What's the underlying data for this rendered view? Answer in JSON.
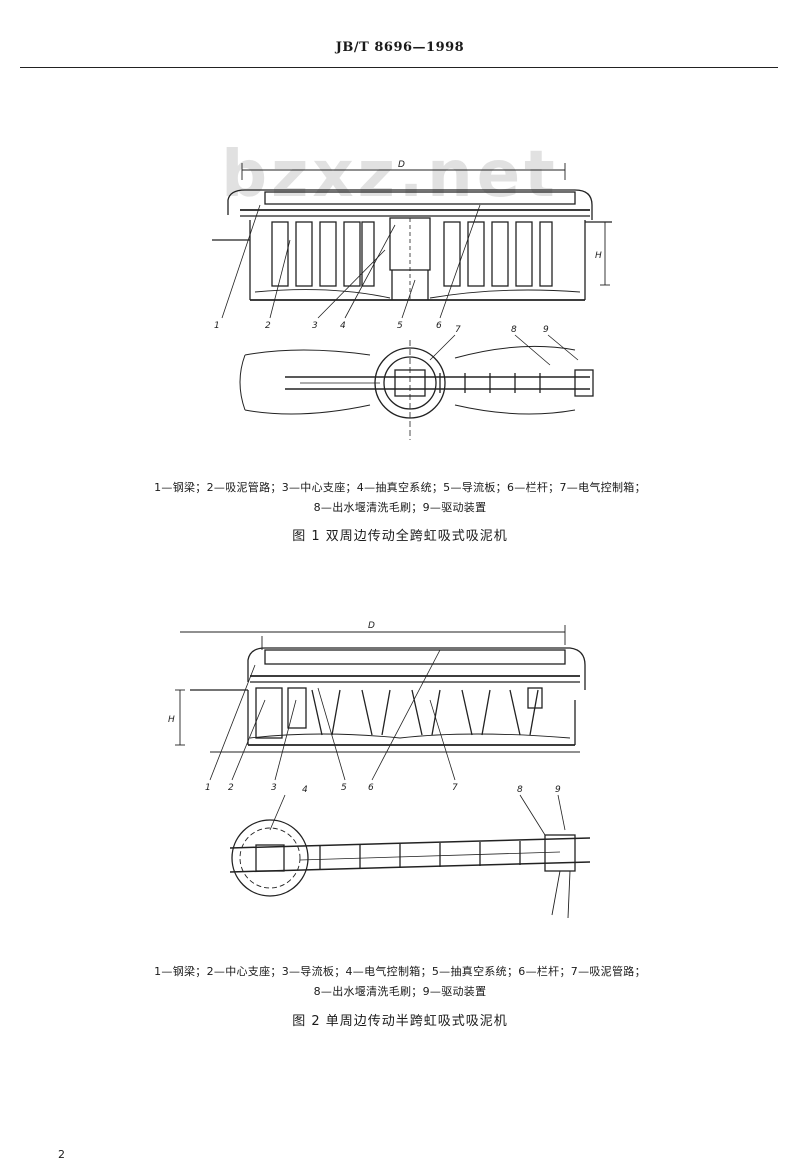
{
  "header": {
    "standard_no": "JB/T 8696—1998"
  },
  "watermark": {
    "text": "bzxz.net"
  },
  "figure1": {
    "callouts": [
      "1",
      "2",
      "3",
      "4",
      "5",
      "6",
      "7",
      "8",
      "9"
    ],
    "dim_d": "D",
    "dim_h": "H",
    "legend_line1": "1—钢梁；2—吸泥管路；3—中心支座；4—抽真空系统；5—导流板；6—栏杆；7—电气控制箱；",
    "legend_line2": "8—出水堰清洗毛刷；9—驱动装置",
    "title": "图 1   双周边传动全跨虹吸式吸泥机"
  },
  "figure2": {
    "callouts": [
      "1",
      "2",
      "3",
      "4",
      "5",
      "6",
      "7",
      "8",
      "9"
    ],
    "dim_d": "D",
    "dim_h": "H",
    "legend_line1": "1—钢梁；2—中心支座；3—导流板；4—电气控制箱；5—抽真空系统；6—栏杆；7—吸泥管路；",
    "legend_line2": "8—出水堰清洗毛刷；9—驱动装置",
    "title": "图 2   单周边传动半跨虹吸式吸泥机"
  },
  "page_number": "2"
}
